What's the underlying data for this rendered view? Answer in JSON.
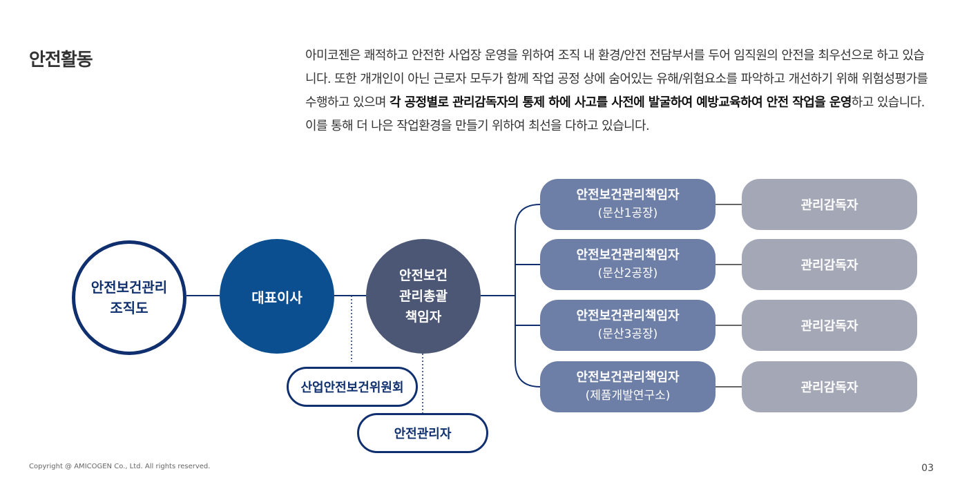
{
  "page": {
    "title": "안전활동",
    "description_parts": [
      {
        "text": "아미코젠은 쾌적하고 안전한 사업장 운영을 위하여 조직 내 환경/안전 전담부서를 두어 임직원의 안전을 최우선으로 하고 있습니다. 또한 개개인이 아닌 근로자 모두가 함께 작업 공정 상에 숨어있는 유해/위험요소를 파악하고 개선하기 위해 위험성평가를 수행하고 있으며 ",
        "bold": false
      },
      {
        "text": "각 공정별로 관리감독자의 통제 하에 사고를 사전에 발굴하여 예방교육하여 안전 작업을 운영",
        "bold": true
      },
      {
        "text": "하고 있습니다. 이를 통해 더 나은 작업환경을 만들기 위하여 최선을 다하고 있습니다.",
        "bold": false
      }
    ],
    "copyright": "Copyright @ AMICOGEN Co., Ltd. All rights reserved.",
    "page_number": "03"
  },
  "org": {
    "root": {
      "line1": "안전보건관리",
      "line2": "조직도"
    },
    "ceo": "대표이사",
    "chief": {
      "line1": "안전보건",
      "line2": "관리총괄",
      "line3": "책임자"
    },
    "committee": "산업안전보건위원회",
    "safety_manager": "안전관리자",
    "managers": [
      {
        "title": "안전보건관리책임자",
        "site": "(문산1공장)",
        "supervisor": "관리감독자"
      },
      {
        "title": "안전보건관리책임자",
        "site": "(문산2공장)",
        "supervisor": "관리감독자"
      },
      {
        "title": "안전보건관리책임자",
        "site": "(문산3공장)",
        "supervisor": "관리감독자"
      },
      {
        "title": "안전보건관리책임자",
        "site": "(제품개발연구소)",
        "supervisor": "관리감독자"
      }
    ]
  },
  "colors": {
    "navy": "#0f2f6e",
    "ceo_blue": "#0b4f91",
    "chief_slate": "#4b5774",
    "manager_blue": "#6d7ea7",
    "supervisor_gray": "#a4a8b6"
  }
}
